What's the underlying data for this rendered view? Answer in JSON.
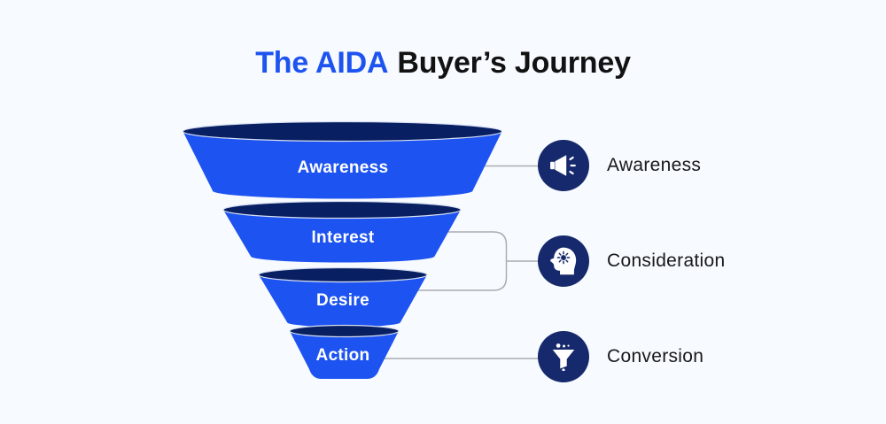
{
  "title": {
    "highlight": "The AIDA",
    "rest": "Buyer’s Journey"
  },
  "funnel": {
    "stages": [
      {
        "id": "awareness",
        "label": "Awareness"
      },
      {
        "id": "interest",
        "label": "Interest"
      },
      {
        "id": "desire",
        "label": "Desire"
      },
      {
        "id": "action",
        "label": "Action"
      }
    ]
  },
  "legend": {
    "items": [
      {
        "icon": "megaphone-icon",
        "label": "Awareness"
      },
      {
        "icon": "head-idea-icon",
        "label": "Consideration"
      },
      {
        "icon": "funnel-icon",
        "label": "Conversion"
      }
    ]
  },
  "colors": {
    "background": "#F7FAFE",
    "funnel_body": "#1D53F0",
    "funnel_ellipse": "#081F62",
    "ellipse_stroke": "#D7E0F2",
    "icon_circle": "#16296C",
    "title_accent": "#1D53F0",
    "title_text": "#121212",
    "connector": "#A9ADB3",
    "stage_label_text": "#FFFFFF",
    "legend_label_text": "#17191C"
  }
}
